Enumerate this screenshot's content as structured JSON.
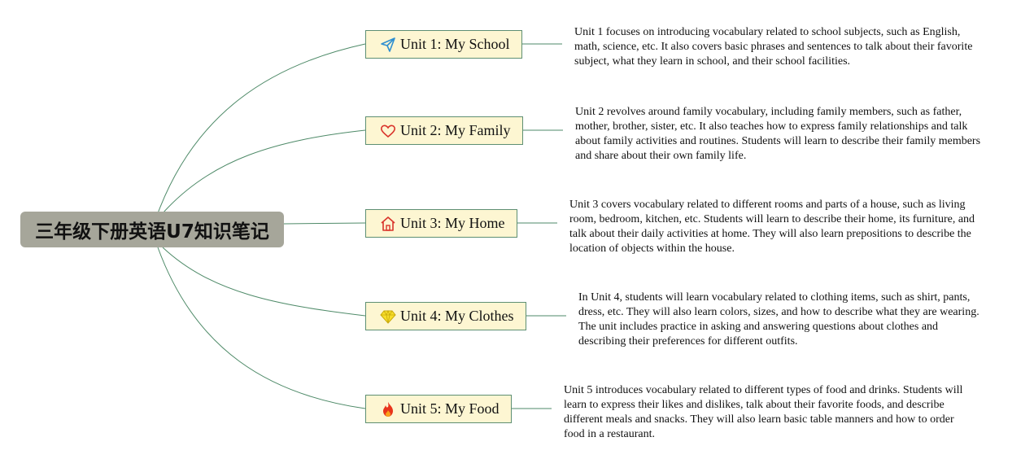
{
  "root": {
    "title": "三年级下册英语U7知识笔记"
  },
  "colors": {
    "link": "#4e8a68",
    "topic_bg": "#fdf6d2",
    "root_bg": "#a6a69a"
  },
  "topics": [
    {
      "icon": "paper-plane-icon",
      "label": "Unit 1: My School",
      "note": "Unit 1 focuses on introducing vocabulary related to school subjects, such as English, math, science, etc. It also covers basic phrases and sentences to talk about their favorite subject, what they learn in school, and their school facilities."
    },
    {
      "icon": "heart-icon",
      "label": "Unit 2: My Family",
      "note": "Unit 2 revolves around family vocabulary, including family members, such as father, mother, brother, sister, etc. It also teaches how to express family relationships and talk about family activities and routines. Students will learn to describe their family members and share about their own family life."
    },
    {
      "icon": "house-icon",
      "label": "Unit 3: My Home",
      "note": "Unit 3 covers vocabulary related to different rooms and parts of a house, such as living room, bedroom, kitchen, etc. Students will learn to describe their home, its furniture, and talk about their daily activities at home. They will also learn prepositions to describe the location of objects within the house."
    },
    {
      "icon": "diamond-icon",
      "label": "Unit 4: My Clothes",
      "note": "In Unit 4, students will learn vocabulary related to clothing items, such as shirt, pants, dress, etc. They will also learn colors, sizes, and how to describe what they are wearing. The unit includes practice in asking and answering questions about clothes and describing their preferences for different outfits."
    },
    {
      "icon": "fire-icon",
      "label": "Unit 5: My Food",
      "note": "Unit 5 introduces vocabulary related to different types of food and drinks. Students will learn to express their likes and dislikes, talk about their favorite foods, and describe different meals and snacks. They will also learn basic table manners and how to order food in a restaurant."
    }
  ]
}
